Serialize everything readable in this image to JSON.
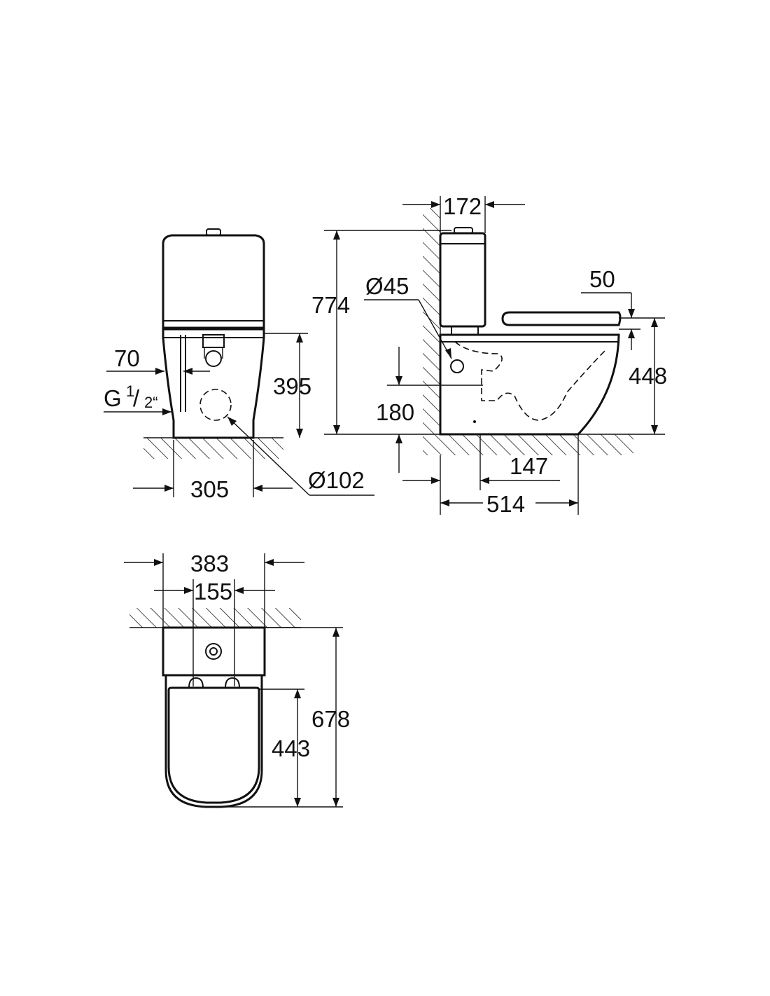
{
  "front_view": {
    "dim_70": "70",
    "dim_g_main": "G",
    "dim_g_frac_num": "1",
    "dim_g_frac_den": "2“",
    "dim_395": "395",
    "dim_305": "305",
    "dim_d102": "Ø102"
  },
  "side_view": {
    "dim_172": "172",
    "dim_774": "774",
    "dim_d45": "Ø45",
    "dim_50": "50",
    "dim_448": "448",
    "dim_180": "180",
    "dim_147": "147",
    "dim_514": "514"
  },
  "top_view": {
    "dim_383": "383",
    "dim_155": "155",
    "dim_678": "678",
    "dim_443": "443"
  }
}
